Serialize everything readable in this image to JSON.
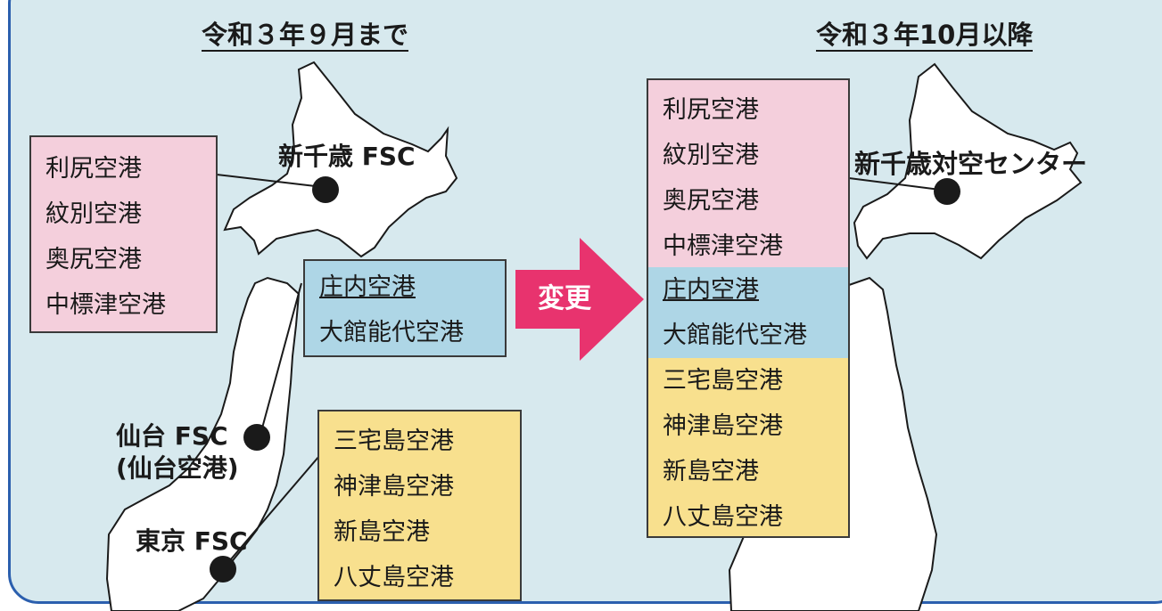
{
  "left_title": "令和３年９月まで",
  "right_title": "令和３年10月以降",
  "left": {
    "pink_airports": [
      "利尻空港",
      "紋別空港",
      "奥尻空港",
      "中標津空港"
    ],
    "blue_airports": [
      "庄内空港",
      "大館能代空港"
    ],
    "yellow_airports": [
      "三宅島空港",
      "神津島空港",
      "新島空港",
      "八丈島空港"
    ],
    "shinchitose_label": "新千歳 FSC",
    "sendai_label": "仙台 FSC",
    "sendai_sublabel": "(仙台空港)",
    "tokyo_label": "東京 FSC"
  },
  "arrow_label": "変更",
  "right": {
    "pink_airports": [
      "利尻空港",
      "紋別空港",
      "奥尻空港",
      "中標津空港"
    ],
    "blue_airports": [
      "庄内空港",
      "大館能代空港"
    ],
    "yellow_airports": [
      "三宅島空港",
      "神津島空港",
      "新島空港",
      "八丈島空港"
    ],
    "center_label": "新千歳対空センター"
  },
  "colors": {
    "background": "#d7e9ee",
    "border": "#2b5fae",
    "pink": "#f4cfdc",
    "blue": "#aed6e6",
    "yellow": "#f8e08e",
    "arrow": "#e8336e"
  }
}
